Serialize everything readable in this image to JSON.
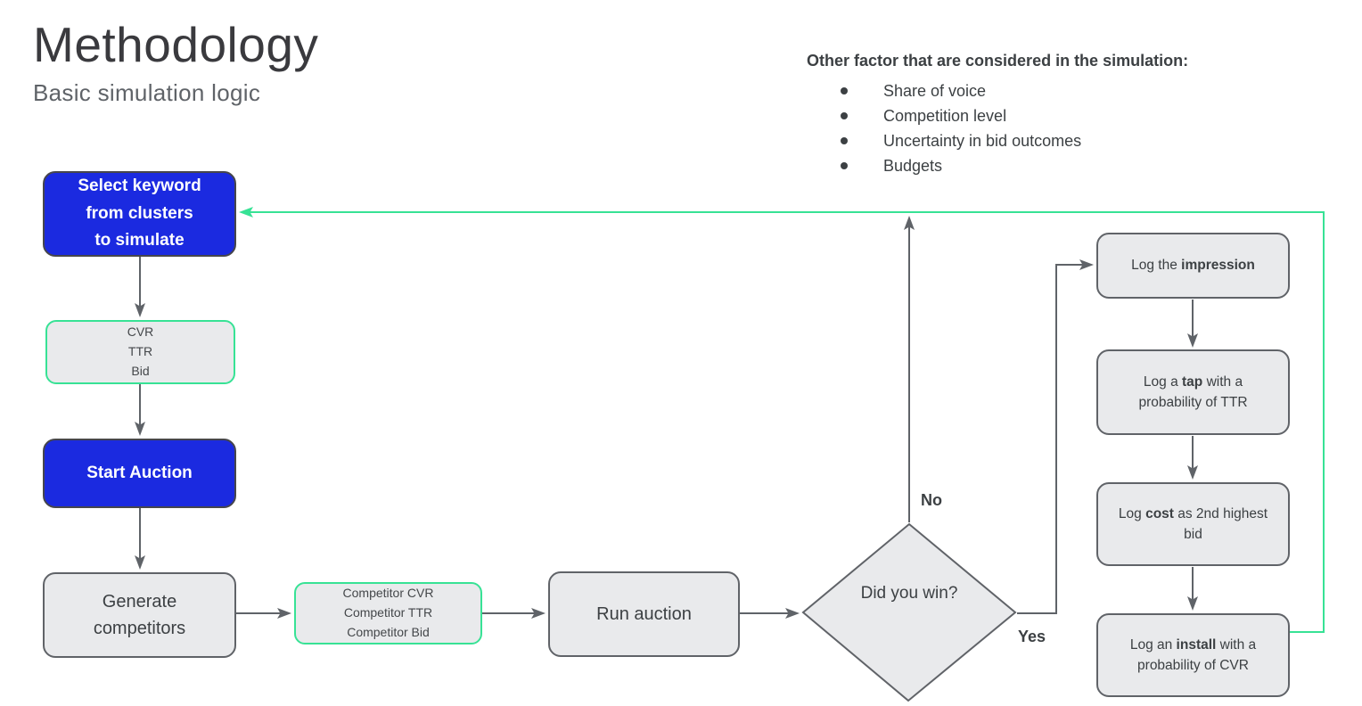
{
  "header": {
    "title": "Methodology",
    "subtitle": "Basic simulation logic"
  },
  "notes": {
    "heading": "Other factor that are considered in the simulation:",
    "items": [
      "Share of voice",
      "Competition level",
      "Uncertainty in bid outcomes",
      "Budgets"
    ]
  },
  "flow": {
    "select_keyword": {
      "lines": [
        "Select keyword",
        "from clusters",
        "to simulate"
      ]
    },
    "keyword_params": {
      "lines": [
        "CVR",
        "TTR",
        "Bid"
      ]
    },
    "start_auction": {
      "label": "Start Auction"
    },
    "generate_competitors": {
      "label": "Generate competitors"
    },
    "competitor_params": {
      "lines": [
        "Competitor CVR",
        "Competitor TTR",
        "Competitor Bid"
      ]
    },
    "run_auction": {
      "label": "Run auction"
    },
    "decision": {
      "label": "Did you win?"
    },
    "no_label": "No",
    "yes_label": "Yes",
    "log_impression": {
      "pre": "Log the ",
      "bold": "impression",
      "post": ""
    },
    "log_tap": {
      "pre": "Log a ",
      "bold": "tap",
      "post": " with a probability of TTR"
    },
    "log_cost": {
      "pre": "Log ",
      "bold": "cost",
      "post": " as 2nd highest bid"
    },
    "log_install": {
      "pre": "Log an ",
      "bold": "install",
      "post": " with a probability of CVR"
    }
  },
  "colors": {
    "accent_blue": "#1b2ae0",
    "accent_green": "#37e295",
    "shape_fill": "#e9eaec",
    "shape_border": "#606368",
    "arrow_gray": "#5f6368",
    "text_dark": "#3c4043",
    "text_white": "#ffffff"
  }
}
